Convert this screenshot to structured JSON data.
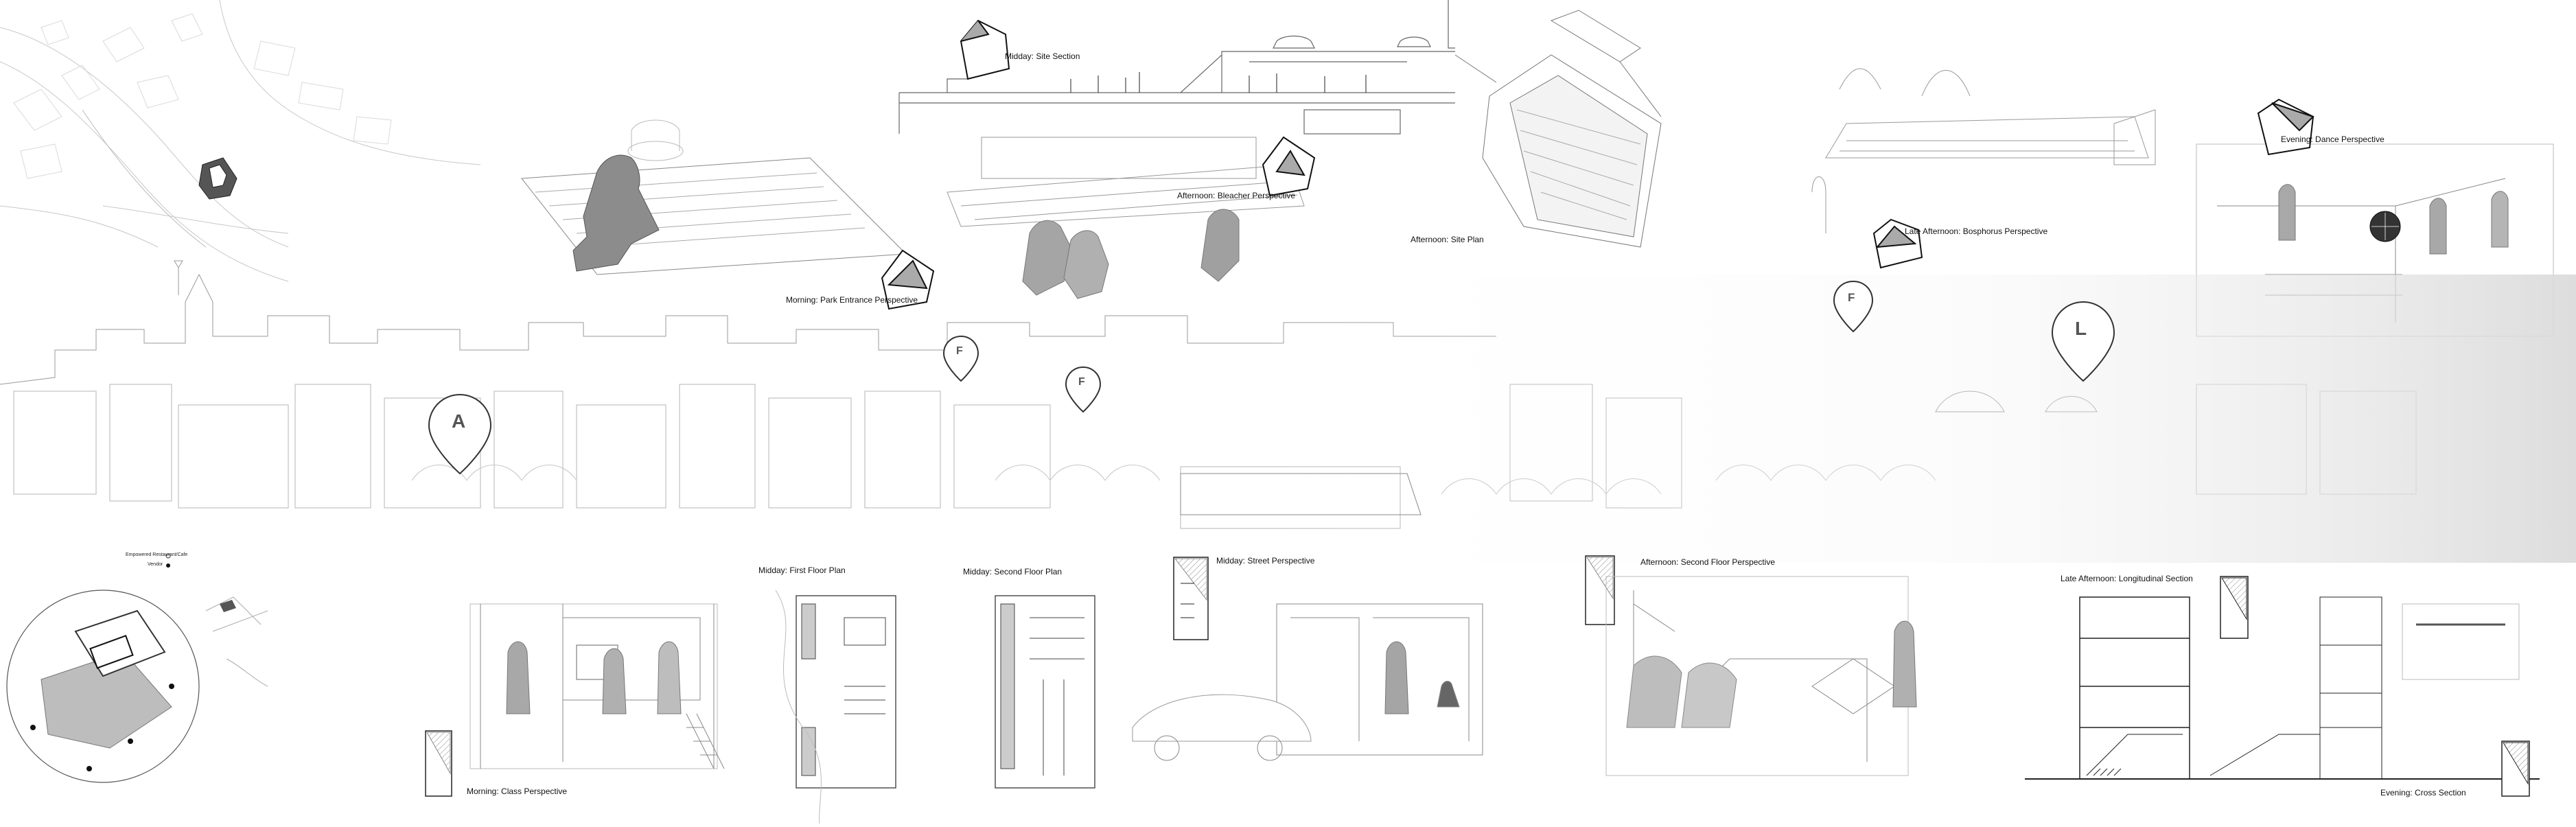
{
  "labels": {
    "morning_park": "Morning: Park Entrance Perspective",
    "midday_site_section": "Midday: Site Section",
    "afternoon_bleacher": "Afternoon: Bleacher Perspective",
    "afternoon_site_plan": "Afternoon: Site Plan",
    "late_afternoon_bosphorus": "Late Afternoon: Bosphorus Perspective",
    "evening_dance": "Evening: Dance Perspective",
    "morning_class": "Morning: Class Perspective",
    "midday_first_floor": "Midday: First Floor Plan",
    "midday_second_floor": "Midday: Second Floor Plan",
    "midday_street": "Midday: Street Perspective",
    "afternoon_second_floor": "Afternoon: Second Floor Perspective",
    "late_afternoon_longitudinal": "Late Afternoon: Longitudinal Section",
    "evening_cross": "Evening: Cross Section"
  },
  "pins": {
    "a": "A",
    "f1": "F",
    "f2": "F",
    "f3": "F",
    "l": "L"
  },
  "legend": {
    "item1": "Empowered Restaurant/Cafe",
    "item2": "Vendor"
  },
  "colors": {
    "line": "#7a7a7a",
    "dark": "#2b2b2b",
    "figure": "#9a9a9a",
    "fog": "#e6e6e6"
  }
}
